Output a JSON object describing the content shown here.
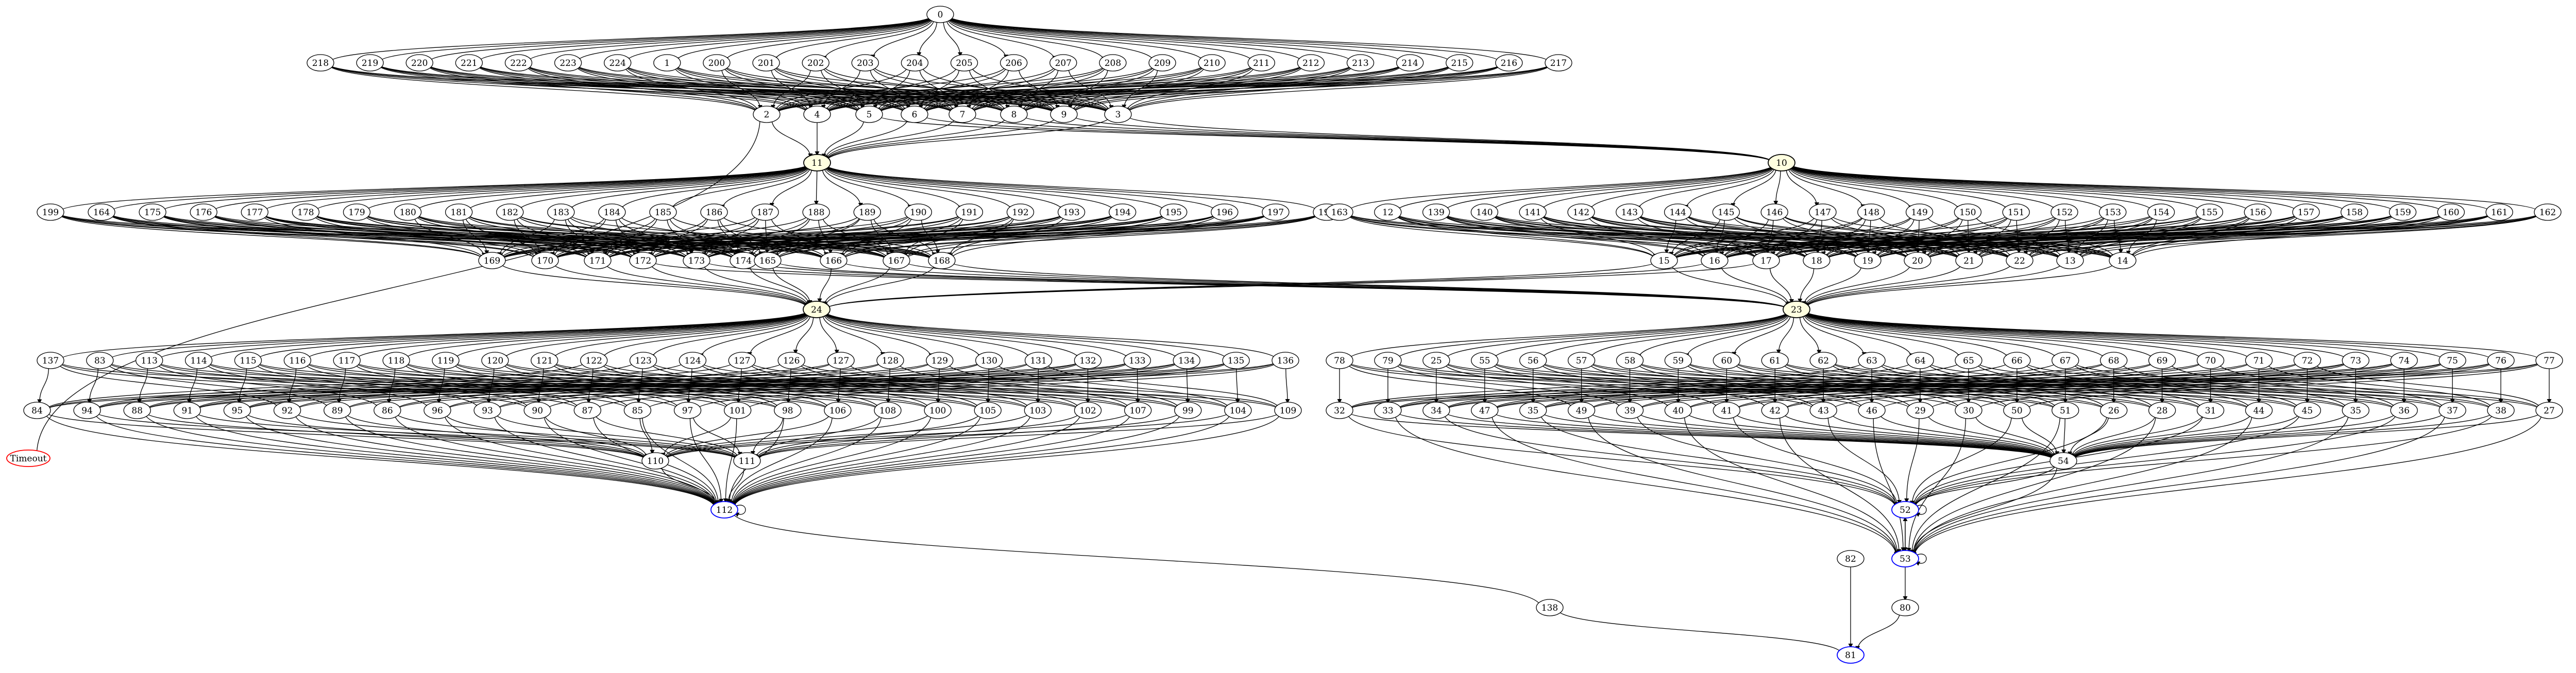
{
  "colors": {
    "default": "#000000",
    "timeout": "#ff0000",
    "final": "#0000ff",
    "highlight_fill": "#ffffe0"
  },
  "nodes": [
    {
      "id": "0",
      "label": "0"
    },
    {
      "id": "218",
      "label": "218"
    },
    {
      "id": "219",
      "label": "219"
    },
    {
      "id": "220",
      "label": "220"
    },
    {
      "id": "221",
      "label": "221"
    },
    {
      "id": "222",
      "label": "222"
    },
    {
      "id": "223",
      "label": "223"
    },
    {
      "id": "224",
      "label": "224"
    },
    {
      "id": "1",
      "label": "1"
    },
    {
      "id": "200",
      "label": "200"
    },
    {
      "id": "201",
      "label": "201"
    },
    {
      "id": "202",
      "label": "202"
    },
    {
      "id": "203",
      "label": "203"
    },
    {
      "id": "204",
      "label": "204"
    },
    {
      "id": "205",
      "label": "205"
    },
    {
      "id": "206",
      "label": "206"
    },
    {
      "id": "207",
      "label": "207"
    },
    {
      "id": "208",
      "label": "208"
    },
    {
      "id": "209",
      "label": "209"
    },
    {
      "id": "210",
      "label": "210"
    },
    {
      "id": "211",
      "label": "211"
    },
    {
      "id": "212",
      "label": "212"
    },
    {
      "id": "213",
      "label": "213"
    },
    {
      "id": "214",
      "label": "214"
    },
    {
      "id": "215",
      "label": "215"
    },
    {
      "id": "216",
      "label": "216"
    },
    {
      "id": "217",
      "label": "217"
    },
    {
      "id": "2",
      "label": "2"
    },
    {
      "id": "4",
      "label": "4"
    },
    {
      "id": "5",
      "label": "5"
    },
    {
      "id": "6",
      "label": "6"
    },
    {
      "id": "7",
      "label": "7"
    },
    {
      "id": "8",
      "label": "8"
    },
    {
      "id": "9",
      "label": "9"
    },
    {
      "id": "3",
      "label": "3"
    },
    {
      "id": "11",
      "label": "11",
      "style": "highlight"
    },
    {
      "id": "10",
      "label": "10",
      "style": "highlight"
    },
    {
      "id": "Timeout",
      "label": "Timeout",
      "style": "timeout"
    },
    {
      "id": "199",
      "label": "199"
    },
    {
      "id": "164",
      "label": "164"
    },
    {
      "id": "175",
      "label": "175"
    },
    {
      "id": "176",
      "label": "176"
    },
    {
      "id": "177",
      "label": "177"
    },
    {
      "id": "178",
      "label": "178"
    },
    {
      "id": "179",
      "label": "179"
    },
    {
      "id": "180",
      "label": "180"
    },
    {
      "id": "181",
      "label": "181"
    },
    {
      "id": "182",
      "label": "182"
    },
    {
      "id": "183",
      "label": "183"
    },
    {
      "id": "184",
      "label": "184"
    },
    {
      "id": "185",
      "label": "185"
    },
    {
      "id": "186",
      "label": "186"
    },
    {
      "id": "187",
      "label": "187"
    },
    {
      "id": "188",
      "label": "188"
    },
    {
      "id": "189",
      "label": "189"
    },
    {
      "id": "190",
      "label": "190"
    },
    {
      "id": "191",
      "label": "191"
    },
    {
      "id": "192",
      "label": "192"
    },
    {
      "id": "193",
      "label": "193"
    },
    {
      "id": "194",
      "label": "194"
    },
    {
      "id": "195",
      "label": "195"
    },
    {
      "id": "196",
      "label": "196"
    },
    {
      "id": "197",
      "label": "197"
    },
    {
      "id": "198",
      "label": "198"
    },
    {
      "id": "163",
      "label": "163"
    },
    {
      "id": "12",
      "label": "12"
    },
    {
      "id": "139",
      "label": "139"
    },
    {
      "id": "140",
      "label": "140"
    },
    {
      "id": "141",
      "label": "141"
    },
    {
      "id": "142",
      "label": "142"
    },
    {
      "id": "143",
      "label": "143"
    },
    {
      "id": "144",
      "label": "144"
    },
    {
      "id": "145",
      "label": "145"
    },
    {
      "id": "146",
      "label": "146"
    },
    {
      "id": "147",
      "label": "147"
    },
    {
      "id": "148",
      "label": "148"
    },
    {
      "id": "149",
      "label": "149"
    },
    {
      "id": "150",
      "label": "150"
    },
    {
      "id": "151",
      "label": "151"
    },
    {
      "id": "152",
      "label": "152"
    },
    {
      "id": "153",
      "label": "153"
    },
    {
      "id": "154",
      "label": "154"
    },
    {
      "id": "155",
      "label": "155"
    },
    {
      "id": "156",
      "label": "156"
    },
    {
      "id": "157",
      "label": "157"
    },
    {
      "id": "158",
      "label": "158"
    },
    {
      "id": "159",
      "label": "159"
    },
    {
      "id": "160",
      "label": "160"
    },
    {
      "id": "161",
      "label": "161"
    },
    {
      "id": "162",
      "label": "162"
    },
    {
      "id": "169",
      "label": "169"
    },
    {
      "id": "170",
      "label": "170"
    },
    {
      "id": "171",
      "label": "171"
    },
    {
      "id": "172",
      "label": "172"
    },
    {
      "id": "173",
      "label": "173"
    },
    {
      "id": "174",
      "label": "174"
    },
    {
      "id": "165",
      "label": "165"
    },
    {
      "id": "166",
      "label": "166"
    },
    {
      "id": "167",
      "label": "167"
    },
    {
      "id": "168",
      "label": "168"
    },
    {
      "id": "15",
      "label": "15"
    },
    {
      "id": "16",
      "label": "16"
    },
    {
      "id": "17",
      "label": "17"
    },
    {
      "id": "18",
      "label": "18"
    },
    {
      "id": "19",
      "label": "19"
    },
    {
      "id": "20",
      "label": "20"
    },
    {
      "id": "21",
      "label": "21"
    },
    {
      "id": "22",
      "label": "22"
    },
    {
      "id": "13",
      "label": "13"
    },
    {
      "id": "14",
      "label": "14"
    },
    {
      "id": "24",
      "label": "24",
      "style": "highlight"
    },
    {
      "id": "23",
      "label": "23",
      "style": "highlight"
    },
    {
      "id": "137",
      "label": "137"
    },
    {
      "id": "83",
      "label": "83"
    },
    {
      "id": "113",
      "label": "113"
    },
    {
      "id": "114",
      "label": "114"
    },
    {
      "id": "115",
      "label": "115"
    },
    {
      "id": "116",
      "label": "116"
    },
    {
      "id": "117",
      "label": "117"
    },
    {
      "id": "118",
      "label": "118"
    },
    {
      "id": "119",
      "label": "119"
    },
    {
      "id": "120",
      "label": "120"
    },
    {
      "id": "121",
      "label": "121"
    },
    {
      "id": "122",
      "label": "122"
    },
    {
      "id": "123",
      "label": "123"
    },
    {
      "id": "124",
      "label": "124"
    },
    {
      "id": "127",
      "label": "127"
    },
    {
      "id": "126",
      "label": "126"
    },
    {
      "id": "127b",
      "label": "127"
    },
    {
      "id": "128",
      "label": "128"
    },
    {
      "id": "129",
      "label": "129"
    },
    {
      "id": "130",
      "label": "130"
    },
    {
      "id": "131",
      "label": "131"
    },
    {
      "id": "132",
      "label": "132"
    },
    {
      "id": "133",
      "label": "133"
    },
    {
      "id": "134",
      "label": "134"
    },
    {
      "id": "135",
      "label": "135"
    },
    {
      "id": "136",
      "label": "136"
    },
    {
      "id": "78",
      "label": "78"
    },
    {
      "id": "79",
      "label": "79"
    },
    {
      "id": "25",
      "label": "25"
    },
    {
      "id": "55",
      "label": "55"
    },
    {
      "id": "56",
      "label": "56"
    },
    {
      "id": "57",
      "label": "57"
    },
    {
      "id": "58",
      "label": "58"
    },
    {
      "id": "59",
      "label": "59"
    },
    {
      "id": "60",
      "label": "60"
    },
    {
      "id": "61",
      "label": "61"
    },
    {
      "id": "62",
      "label": "62"
    },
    {
      "id": "63",
      "label": "63"
    },
    {
      "id": "64",
      "label": "64"
    },
    {
      "id": "65",
      "label": "65"
    },
    {
      "id": "66",
      "label": "66"
    },
    {
      "id": "67",
      "label": "67"
    },
    {
      "id": "68",
      "label": "68"
    },
    {
      "id": "69",
      "label": "69"
    },
    {
      "id": "70",
      "label": "70"
    },
    {
      "id": "71",
      "label": "71"
    },
    {
      "id": "72",
      "label": "72"
    },
    {
      "id": "73",
      "label": "73"
    },
    {
      "id": "74",
      "label": "74"
    },
    {
      "id": "75",
      "label": "75"
    },
    {
      "id": "76",
      "label": "76"
    },
    {
      "id": "77",
      "label": "77"
    },
    {
      "id": "84",
      "label": "84"
    },
    {
      "id": "94",
      "label": "94"
    },
    {
      "id": "88",
      "label": "88"
    },
    {
      "id": "91",
      "label": "91"
    },
    {
      "id": "95",
      "label": "95"
    },
    {
      "id": "92",
      "label": "92"
    },
    {
      "id": "89",
      "label": "89"
    },
    {
      "id": "86",
      "label": "86"
    },
    {
      "id": "96",
      "label": "96"
    },
    {
      "id": "93",
      "label": "93"
    },
    {
      "id": "90",
      "label": "90"
    },
    {
      "id": "87",
      "label": "87"
    },
    {
      "id": "85",
      "label": "85"
    },
    {
      "id": "97",
      "label": "97"
    },
    {
      "id": "101",
      "label": "101"
    },
    {
      "id": "98",
      "label": "98"
    },
    {
      "id": "106",
      "label": "106"
    },
    {
      "id": "108",
      "label": "108"
    },
    {
      "id": "100",
      "label": "100"
    },
    {
      "id": "105",
      "label": "105"
    },
    {
      "id": "103",
      "label": "103"
    },
    {
      "id": "102",
      "label": "102"
    },
    {
      "id": "107",
      "label": "107"
    },
    {
      "id": "99",
      "label": "99"
    },
    {
      "id": "104",
      "label": "104"
    },
    {
      "id": "109",
      "label": "109"
    },
    {
      "id": "32",
      "label": "32"
    },
    {
      "id": "33",
      "label": "33"
    },
    {
      "id": "34",
      "label": "34"
    },
    {
      "id": "47",
      "label": "47"
    },
    {
      "id": "35",
      "label": "35"
    },
    {
      "id": "49",
      "label": "49"
    },
    {
      "id": "39",
      "label": "39"
    },
    {
      "id": "40",
      "label": "40"
    },
    {
      "id": "41",
      "label": "41"
    },
    {
      "id": "42",
      "label": "42"
    },
    {
      "id": "43",
      "label": "43"
    },
    {
      "id": "46",
      "label": "46"
    },
    {
      "id": "29",
      "label": "29"
    },
    {
      "id": "30",
      "label": "30"
    },
    {
      "id": "50",
      "label": "50"
    },
    {
      "id": "51",
      "label": "51"
    },
    {
      "id": "26",
      "label": "26"
    },
    {
      "id": "28",
      "label": "28"
    },
    {
      "id": "31",
      "label": "31"
    },
    {
      "id": "44",
      "label": "44"
    },
    {
      "id": "45",
      "label": "45"
    },
    {
      "id": "35b",
      "label": "35"
    },
    {
      "id": "36",
      "label": "36"
    },
    {
      "id": "37",
      "label": "37"
    },
    {
      "id": "38",
      "label": "38"
    },
    {
      "id": "27",
      "label": "27"
    },
    {
      "id": "110",
      "label": "110"
    },
    {
      "id": "111",
      "label": "111"
    },
    {
      "id": "54",
      "label": "54"
    },
    {
      "id": "112",
      "label": "112",
      "style": "final"
    },
    {
      "id": "52",
      "label": "52",
      "style": "final"
    },
    {
      "id": "53",
      "label": "53",
      "style": "final"
    },
    {
      "id": "82",
      "label": "82"
    },
    {
      "id": "80",
      "label": "80"
    },
    {
      "id": "138",
      "label": "138"
    },
    {
      "id": "81",
      "label": "81",
      "style": "final"
    }
  ]
}
